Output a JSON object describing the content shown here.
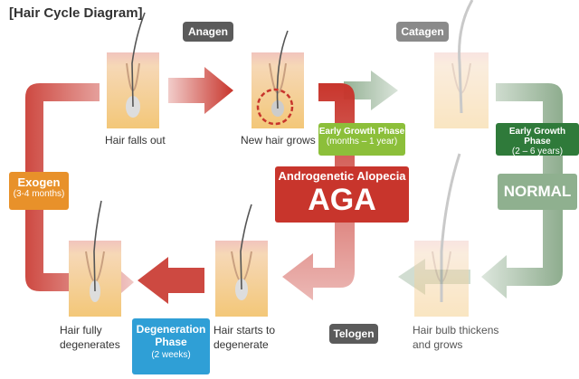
{
  "title": "[Hair Cycle Diagram]",
  "phases": {
    "anagen": "Anagen",
    "catagen": "Catagen",
    "telogen": "Telogen"
  },
  "captions": {
    "hair_falls_out": "Hair falls out",
    "new_hair_grows": "New hair grows",
    "hair_fully_degenerates_1": "Hair fully",
    "hair_fully_degenerates_2": "degenerates",
    "hair_starts_1": "Hair starts to",
    "hair_starts_2": "degenerate",
    "bulb_1": "Hair bulb thickens",
    "bulb_2": "and grows"
  },
  "exogen": {
    "label": "Exogen",
    "duration": "(3-4 months)",
    "color": "#e8912a"
  },
  "degeneration": {
    "label_1": "Degeneration",
    "label_2": "Phase",
    "duration": "(2 weeks)",
    "color": "#2f9fd6"
  },
  "early_growth_aga": {
    "label": "Early Growth Phase",
    "duration": "(months – 1 year)",
    "color": "#8cbf3a"
  },
  "early_growth_normal": {
    "label": "Early Growth Phase",
    "duration": "(2 – 6 years)",
    "color": "#2f7a3a"
  },
  "aga": {
    "line1": "Androgenetic Alopecia",
    "line2": "AGA",
    "color": "#c8352c"
  },
  "normal": {
    "label": "NORMAL",
    "color": "#8fb08f"
  }
}
